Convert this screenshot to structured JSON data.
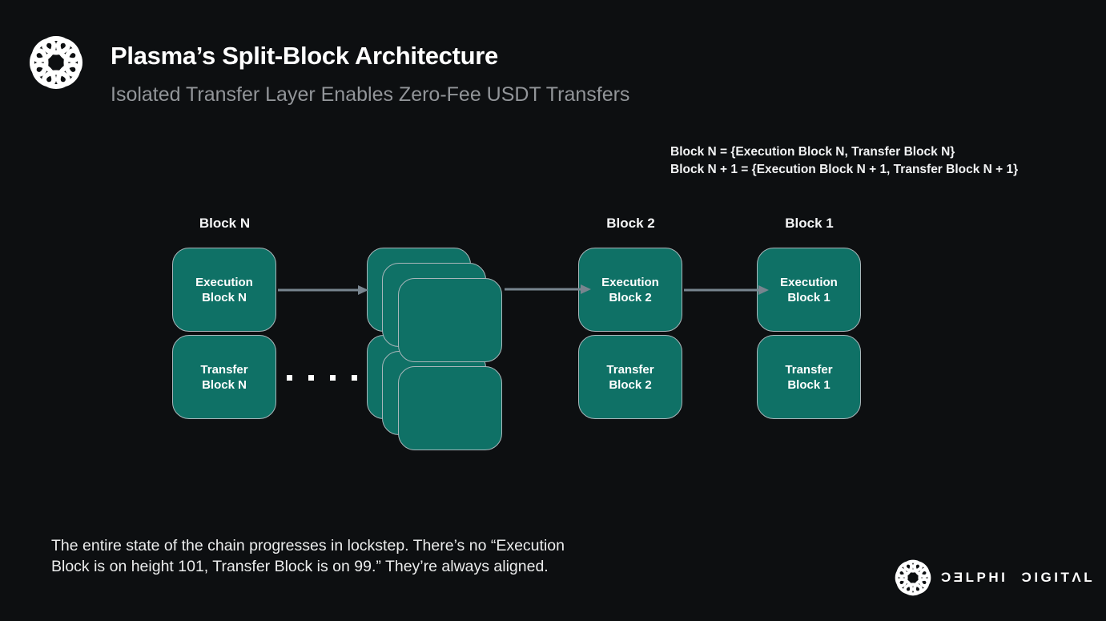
{
  "header": {
    "title": "Plasma’s Split-Block Architecture",
    "subtitle": "Isolated Transfer Layer Enables Zero-Fee USDT Transfers"
  },
  "equations": {
    "line1": "Block N = {Execution Block N, Transfer Block N}",
    "line2": "Block N + 1 = {Execution Block N + 1, Transfer Block N + 1}"
  },
  "diagram": {
    "columns": [
      {
        "label": "Block N",
        "blocks": [
          {
            "label": "Execution\nBlock N"
          },
          {
            "label": "Transfer\nBlock N"
          }
        ]
      },
      {
        "label": "Block 2",
        "blocks": [
          {
            "label": "Execution\nBlock 2"
          },
          {
            "label": "Transfer\nBlock 2"
          }
        ]
      },
      {
        "label": "Block 1",
        "blocks": [
          {
            "label": "Execution\nBlock 1"
          },
          {
            "label": "Transfer\nBlock 1"
          }
        ]
      }
    ],
    "hidden_stack_layers": 3,
    "separator_dots": 4,
    "flow_direction": "left-to-right"
  },
  "caption": "The entire state of the chain progresses in lockstep. There’s no “Execution Block is on height 101, Transfer Block is on 99.” They’re always aligned.",
  "footer": {
    "wordmark": "ƆƎLPHI ƆIGITΛL"
  },
  "colors": {
    "background": "#0d0f11",
    "block_fill": "#0f7166",
    "block_border": "#a9b6ba",
    "arrow": "#78858f",
    "subtitle_text": "#929599",
    "text": "#ffffff"
  }
}
